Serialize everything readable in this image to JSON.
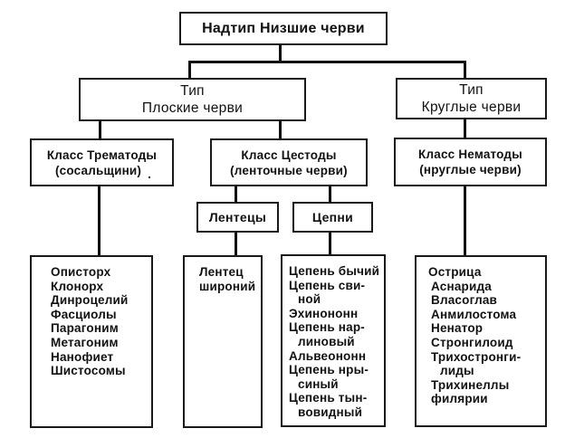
{
  "root": {
    "label": "Надтип Низшие черви"
  },
  "types": [
    {
      "line1": "Тип",
      "line2": "Плоские черви"
    },
    {
      "line1": "Тип",
      "line2": "Круглые черви"
    }
  ],
  "classes": [
    {
      "line1": "Класс Трематоды",
      "line2": "(сосальщини)",
      "mark": "."
    },
    {
      "line1": "Класс Цестоды",
      "line2": "(ленточные черви)"
    },
    {
      "line1": "Класс Нематоды",
      "line2": "(нруглые черви)"
    }
  ],
  "cestoda_groups": [
    {
      "label": "Лентецы"
    },
    {
      "label": "Цепни"
    }
  ],
  "lists": {
    "trematoda": [
      "Описторх",
      "Клонорх",
      "Динроцелий",
      "Фасциолы",
      "Парагоним",
      "Метагоним",
      "Нанофиет",
      "Шистосомы"
    ],
    "lentecy": [
      "Лентец",
      "широний"
    ],
    "cepni": [
      {
        "text": "Цепень бычий",
        "continuation": false
      },
      {
        "text": "Цепень сви-",
        "continuation": false
      },
      {
        "text": "ной",
        "continuation": true
      },
      {
        "text": "Эхинононн",
        "continuation": false
      },
      {
        "text": "Цепень нар-",
        "continuation": false
      },
      {
        "text": "линовый",
        "continuation": true
      },
      {
        "text": "Альвеононн",
        "continuation": false
      },
      {
        "text": "Цепень нры-",
        "continuation": false
      },
      {
        "text": "синый",
        "continuation": true
      },
      {
        "text": "Цепень тын-",
        "continuation": false
      },
      {
        "text": "вовидный",
        "continuation": true
      }
    ],
    "nematoda": [
      {
        "text": "Острица",
        "continuation": false
      },
      {
        "text": "Аснарида",
        "continuation": false
      },
      {
        "text": "Власоглав",
        "continuation": false
      },
      {
        "text": "Анмилостома",
        "continuation": false
      },
      {
        "text": "Ненатор",
        "continuation": false
      },
      {
        "text": "Стронгилоид",
        "continuation": false
      },
      {
        "text": "Трихостронги-",
        "continuation": false
      },
      {
        "text": "лиды",
        "continuation": true
      },
      {
        "text": "Трихинеллы",
        "continuation": false
      },
      {
        "text": "филярии",
        "continuation": false
      }
    ]
  }
}
